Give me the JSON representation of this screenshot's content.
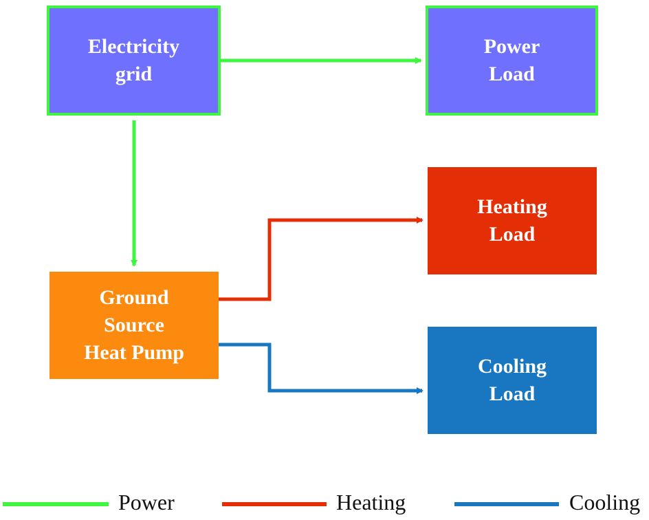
{
  "nodes": {
    "grid": {
      "line1": "Electricity",
      "line2": "grid"
    },
    "power_load": {
      "line1": "Power",
      "line2": "Load"
    },
    "heating_load": {
      "line1": "Heating",
      "line2": "Load"
    },
    "cooling_load": {
      "line1": "Cooling",
      "line2": "Load"
    },
    "gshp": {
      "line1": "Ground",
      "line2": "Source",
      "line3": "Heat Pump"
    }
  },
  "legend": {
    "power": "Power",
    "heating": "Heating",
    "cooling": "Cooling"
  },
  "colors": {
    "power": "#3ff53f",
    "heating": "#e42e06",
    "cooling": "#1977c1",
    "grid_fill": "#7070fe",
    "gshp_fill": "#fc8a0e"
  }
}
